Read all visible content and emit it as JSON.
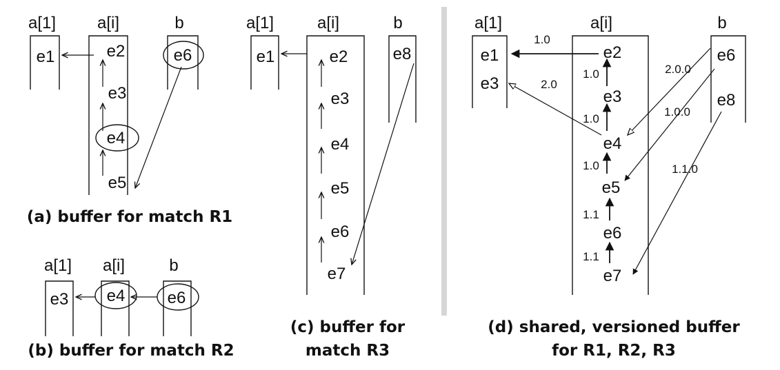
{
  "panel_a": {
    "headers": {
      "a1": "a[1]",
      "ai": "a[i]",
      "b": "b"
    },
    "events": {
      "e1": "e1",
      "e2": "e2",
      "e3": "e3",
      "e4": "e4",
      "e5": "e5",
      "e6": "e6"
    },
    "caption": "(a) buffer for match R1"
  },
  "panel_b": {
    "headers": {
      "a1": "a[1]",
      "ai": "a[i]",
      "b": "b"
    },
    "events": {
      "e3": "e3",
      "e4": "e4",
      "e6": "e6"
    },
    "caption": "(b) buffer for match R2"
  },
  "panel_c": {
    "headers": {
      "a1": "a[1]",
      "ai": "a[i]",
      "b": "b"
    },
    "events": {
      "e1": "e1",
      "e2": "e2",
      "e3": "e3",
      "e4": "e4",
      "e5": "e5",
      "e6": "e6",
      "e7": "e7",
      "e8": "e8"
    },
    "caption_line1": "(c) buffer for",
    "caption_line2": "match R3"
  },
  "panel_d": {
    "headers": {
      "a1": "a[1]",
      "ai": "a[i]",
      "b": "b"
    },
    "events": {
      "e1": "e1",
      "e2": "e2",
      "e3": "e3",
      "e4": "e4",
      "e5": "e5",
      "e6": "e6",
      "e7": "e7",
      "e8": "e8"
    },
    "versions": {
      "e2_e1": "1.0",
      "e4_e3": "2.0",
      "e3_e2": "1.0",
      "e4_e3v": "1.0",
      "e5_e4": "1.0",
      "e6_e5": "1.1",
      "e7_e6": "1.1",
      "e6_e4": "2.0.0",
      "e6_e5b": "1.0.0",
      "e8_e7": "1.1.0"
    },
    "caption_line1": "(d) shared, versioned buffer",
    "caption_line2": "for R1, R2, R3"
  }
}
